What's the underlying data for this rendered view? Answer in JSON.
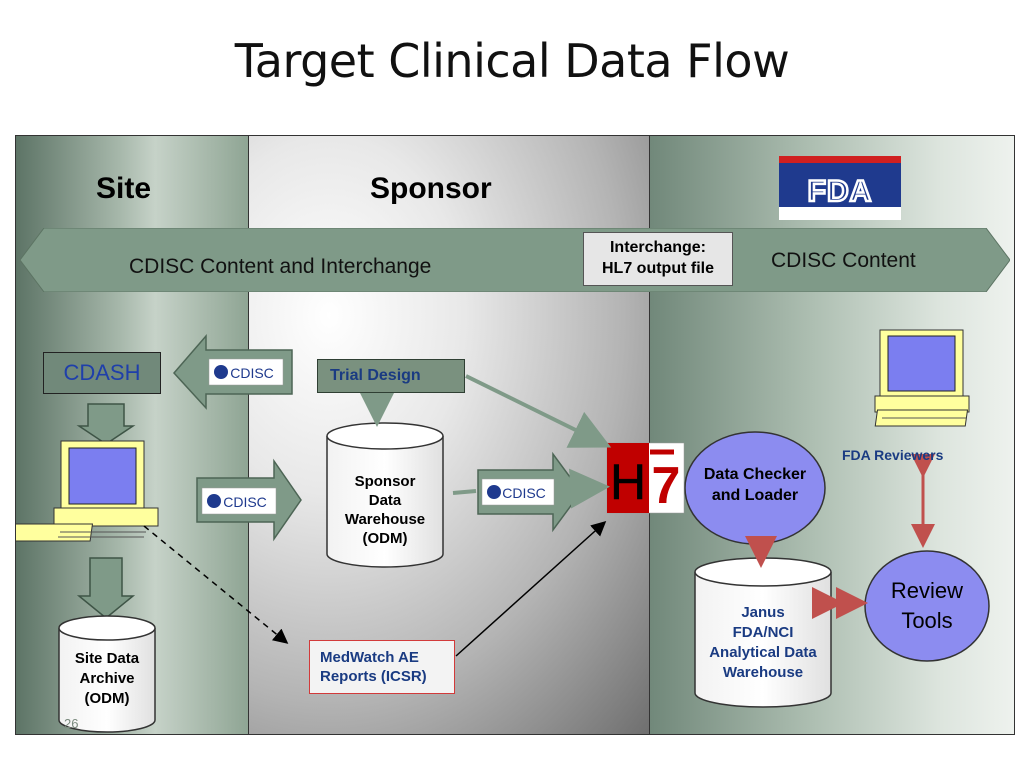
{
  "slide": {
    "title": "Target Clinical Data Flow",
    "slide_number": "26"
  },
  "columns": {
    "site": "Site",
    "sponsor": "Sponsor",
    "fda_logo_text": "FDA"
  },
  "band": {
    "left_text": "CDISC Content and Interchange",
    "interchange_line1": "Interchange:",
    "interchange_line2": "HL7 output file",
    "right_text": "CDISC Content"
  },
  "nodes": {
    "cdash": "CDASH",
    "cdisc_logo": "CDISC",
    "trial_design": "Trial Design",
    "sponsor_warehouse": [
      "Sponsor",
      "Data",
      "Warehouse",
      "(ODM)"
    ],
    "site_archive": [
      "Site Data",
      "Archive",
      "(ODM)"
    ],
    "medwatch": [
      "MedWatch AE",
      "Reports (ICSR)"
    ],
    "hl7": "HL7",
    "data_checker": [
      "Data Checker",
      "and Loader"
    ],
    "janus": [
      "Janus",
      "FDA/NCI",
      "Analytical Data",
      "Warehouse"
    ],
    "review_tools": [
      "Review",
      "Tools"
    ],
    "fda_reviewers": "FDA Reviewers"
  },
  "colors": {
    "cdash_text": "#1f3faa",
    "node_text": "#1a3b82",
    "ellipse_fill": "#8c8cf0",
    "connector_red": "#c0504d",
    "connector_green": "#7f9a88",
    "fda_blue": "#1f3a8e"
  }
}
